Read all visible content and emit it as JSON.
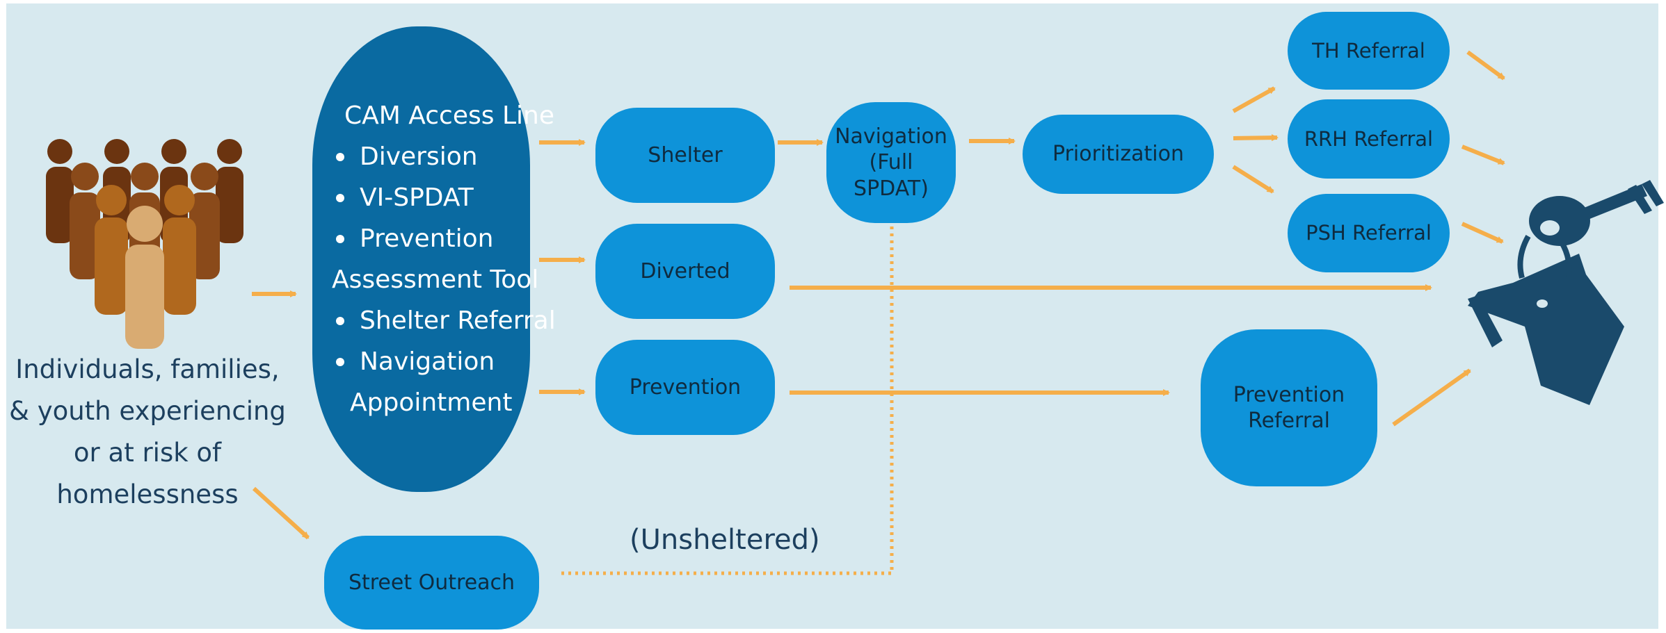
{
  "colors": {
    "background": "#d7e9ef",
    "node": "#0e93d9",
    "cam": "#0a6aa1",
    "arrow": "#f5ae4a",
    "icon_dark": "#1a4a6b"
  },
  "population": {
    "label": "Individuals, families, & youth experiencing or at risk of homelessness",
    "icon": "people-group-icon"
  },
  "cam": {
    "title": "CAM Access Line",
    "items": [
      "Diversion",
      "VI-SPDAT",
      "Prevention",
      "Assessment Tool",
      "Shelter Referral",
      "Navigation",
      "Appointment"
    ]
  },
  "nodes": {
    "shelter": "Shelter",
    "diverted": "Diverted",
    "prevention": "Prevention",
    "navigation": "Navigation (Full SPDAT)",
    "prioritization": "Prioritization",
    "th_referral": "TH Referral",
    "rrh_referral": "RRH Referral",
    "psh_referral": "PSH Referral",
    "prevention_referral": "Prevention Referral",
    "street_outreach": "Street Outreach"
  },
  "edge_labels": {
    "unsheltered": "(Unsheltered)"
  },
  "housing": {
    "icon": "house-key-icon"
  }
}
